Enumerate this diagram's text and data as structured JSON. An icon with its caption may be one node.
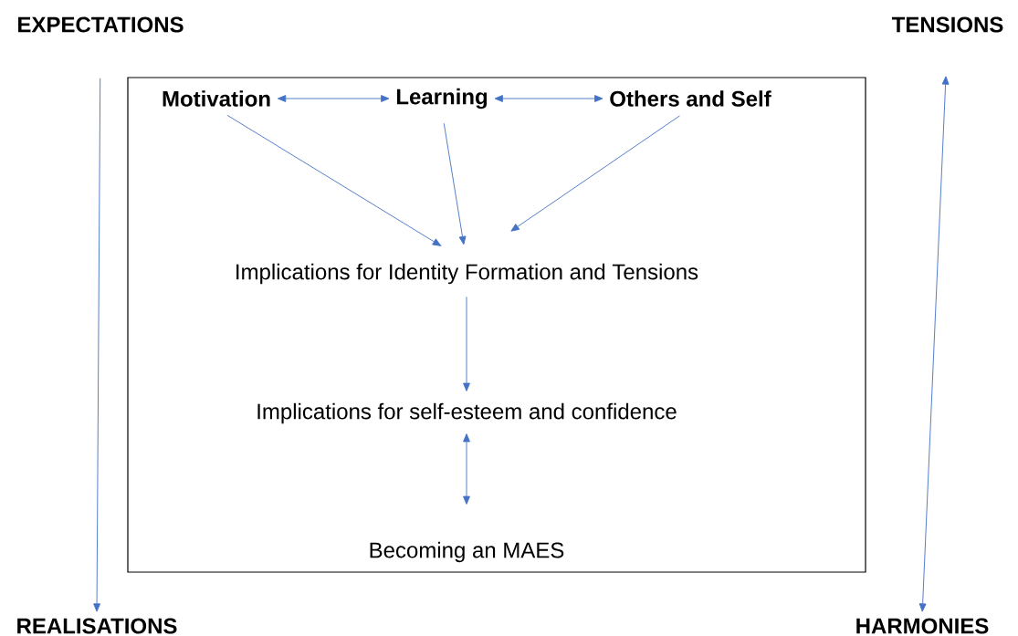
{
  "diagram": {
    "nodes": [
      {
        "text": [
          "EXPECTATIONS"
        ]
      },
      {
        "text": [
          "TENSIONS"
        ]
      },
      {
        "text": [],
        "shape": "box"
      },
      {
        "text": [
          "Motivation"
        ],
        "in": 2
      },
      {
        "text": [
          "Learning"
        ],
        "in": 2
      },
      {
        "text": [
          "Others and Self"
        ],
        "in": 2
      },
      {
        "text": [
          "Implications for Identity Formation and Tensions"
        ],
        "in": 2
      },
      {
        "text": [
          "Implications for self-esteem and confidence"
        ],
        "in": 2
      },
      {
        "text": [
          "Becoming an MAES"
        ],
        "in": 2
      },
      {
        "text": [
          "REALISATIONS"
        ]
      },
      {
        "text": [
          "HARMONIES"
        ]
      }
    ],
    "edges": [
      {
        "from": 0,
        "to": 9,
        "arrow": "to"
      },
      {
        "from": 1,
        "to": 10,
        "arrow": "both"
      },
      {
        "from": 3,
        "to": 4,
        "arrow": "both"
      },
      {
        "from": 4,
        "to": 5,
        "arrow": "both"
      },
      {
        "from": 3,
        "to": 6,
        "arrow": "to"
      },
      {
        "from": 4,
        "to": 6,
        "arrow": "to"
      },
      {
        "from": 5,
        "to": 6,
        "arrow": "to"
      },
      {
        "from": 6,
        "to": 7,
        "arrow": "to"
      },
      {
        "from": 7,
        "to": 8,
        "arrow": "both"
      }
    ]
  }
}
